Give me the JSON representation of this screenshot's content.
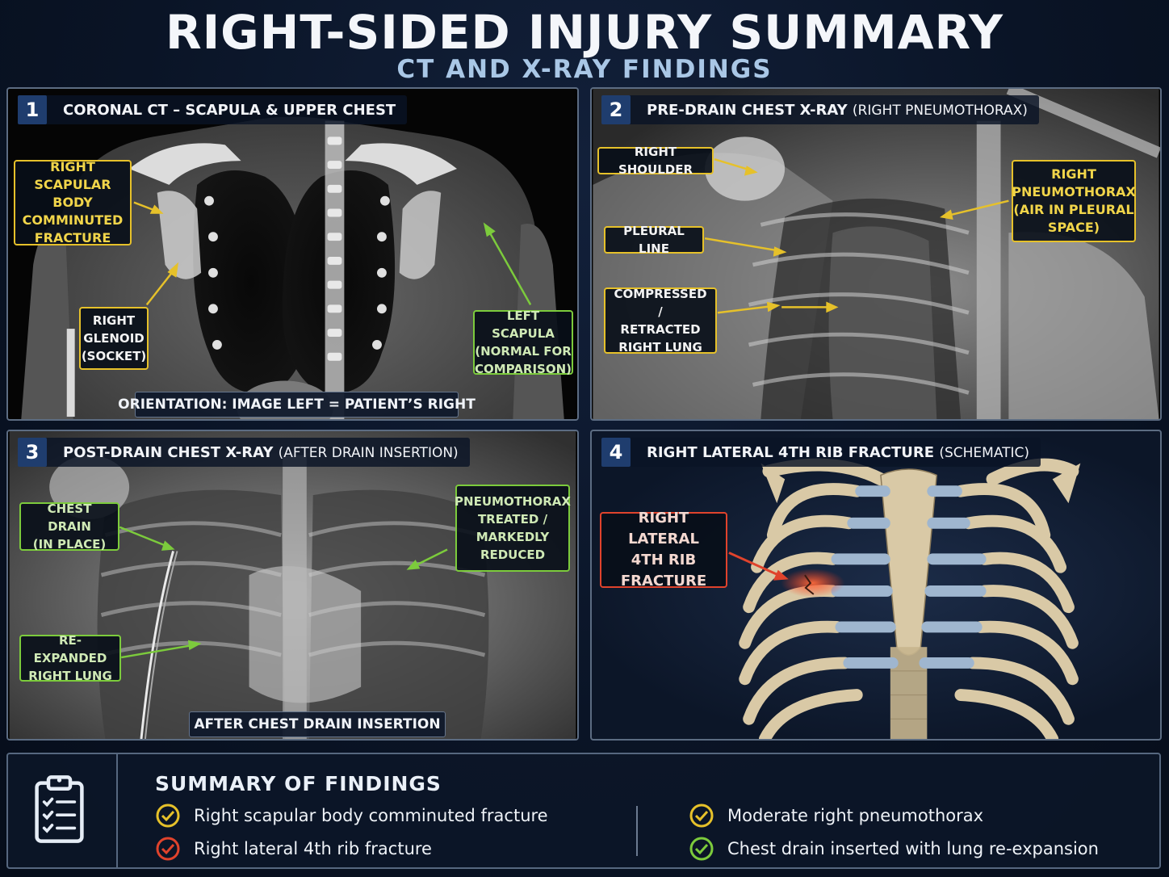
{
  "header": {
    "title": "RIGHT-SIDED INJURY SUMMARY",
    "subtitle": "CT AND X-RAY FINDINGS"
  },
  "panels": [
    {
      "number": "1",
      "title": "CORONAL CT – SCAPULA & UPPER CHEST",
      "title_sub": "",
      "labels": {
        "scapular_fracture": "RIGHT SCAPULAR\nBODY\nCOMMINUTED\nFRACTURE",
        "glenoid": "RIGHT\nGLENOID\n(SOCKET)",
        "left_scapula": "LEFT SCAPULA\n(NORMAL FOR\nCOMPARISON)"
      },
      "note": "ORIENTATION:  IMAGE LEFT = PATIENT’S RIGHT"
    },
    {
      "number": "2",
      "title": "PRE-DRAIN CHEST X-RAY ",
      "title_sub": "(RIGHT PNEUMOTHORAX)",
      "labels": {
        "shoulder": "RIGHT SHOULDER",
        "pleural_line": "PLEURAL LINE",
        "compressed_lung": "COMPRESSED /\nRETRACTED\nRIGHT LUNG",
        "pneumothorax": "RIGHT\nPNEUMOTHORAX\n(AIR IN PLEURAL\nSPACE)"
      }
    },
    {
      "number": "3",
      "title": "POST-DRAIN CHEST X-RAY ",
      "title_sub": "(AFTER DRAIN INSERTION)",
      "labels": {
        "chest_drain": "CHEST DRAIN\n(IN PLACE)",
        "reexpanded": "RE-EXPANDED\nRIGHT LUNG",
        "treated": "PNEUMOTHORAX\nTREATED /\nMARKEDLY\nREDUCED"
      },
      "note": "AFTER CHEST DRAIN INSERTION"
    },
    {
      "number": "4",
      "title": "RIGHT LATERAL 4TH RIB FRACTURE ",
      "title_sub": "(SCHEMATIC)",
      "labels": {
        "rib_fracture": "RIGHT LATERAL\n4TH RIB\nFRACTURE"
      }
    }
  ],
  "summary": {
    "title": "SUMMARY OF FINDINGS",
    "items": [
      {
        "text": "Right scapular body comminuted fracture",
        "status": "yellow"
      },
      {
        "text": "Right lateral 4th rib fracture",
        "status": "red"
      },
      {
        "text": "Moderate right pneumothorax",
        "status": "yellow"
      },
      {
        "text": "Chest drain inserted with lung re-expansion",
        "status": "green"
      }
    ],
    "icon": "clipboard-checklist-icon"
  },
  "colors": {
    "yellow": "#e6c12a",
    "green": "#7ccb3c",
    "red": "#e0432c",
    "panel_number_bg": "#1f3d6e"
  }
}
